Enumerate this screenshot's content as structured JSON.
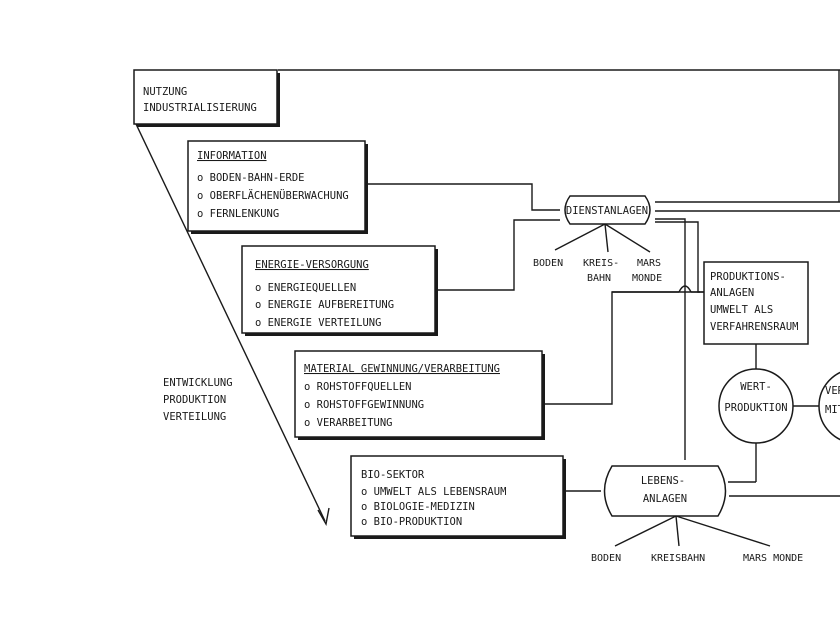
{
  "top_box": {
    "line1": "NUTZUNG",
    "line2": "INDUSTRIALISIERUNG"
  },
  "information": {
    "title": "INFORMATION",
    "items": [
      "o BODEN-BAHN-ERDE",
      "o OBERFLÄCHENÜBERWACHUNG",
      "o FERNLENKUNG"
    ]
  },
  "energie": {
    "title": "ENERGIE-VERSORGUNG",
    "items": [
      "o ENERGIEQUELLEN",
      "o ENERGIE AUFBEREITUNG",
      "o ENERGIE VERTEILUNG"
    ]
  },
  "material": {
    "title": "MATERIAL GEWINNUNG/VERARBEITUNG",
    "items": [
      "o ROHSTOFFQUELLEN",
      "o ROHSTOFFGEWINNUNG",
      "o VERARBEITUNG"
    ]
  },
  "bio": {
    "title": "BIO-SEKTOR",
    "items": [
      "o UMWELT ALS LEBENSRAUM",
      "o BIOLOGIE-MEDIZIN",
      "o BIO-PRODUKTION"
    ]
  },
  "side_label": {
    "line1": "ENTWICKLUNG",
    "line2": "PRODUKTION",
    "line3": "VERTEILUNG"
  },
  "dienstanlagen": {
    "label": "DIENSTANLAGEN",
    "sub": {
      "boden": "BODEN",
      "kreis1": "KREIS-",
      "kreis2": "BAHN",
      "mars1": "MARS",
      "mars2": "MONDE"
    }
  },
  "produktion_box": {
    "line1": "PRODUKTIONS-",
    "line2": "ANLAGEN",
    "line3": "UMWELT ALS",
    "line4": "VERFAHRENSRAUM"
  },
  "wert": {
    "line1": "WERT-",
    "line2": "PRODUKTION"
  },
  "partial_circle": {
    "line1": "VER",
    "line2": "MIT"
  },
  "lebensanlagen": {
    "line1": "LEBENS-",
    "line2": "ANLAGEN",
    "sub": {
      "boden": "BODEN",
      "kreis": "KREISBAHN",
      "mars": "MARS MONDE"
    }
  }
}
